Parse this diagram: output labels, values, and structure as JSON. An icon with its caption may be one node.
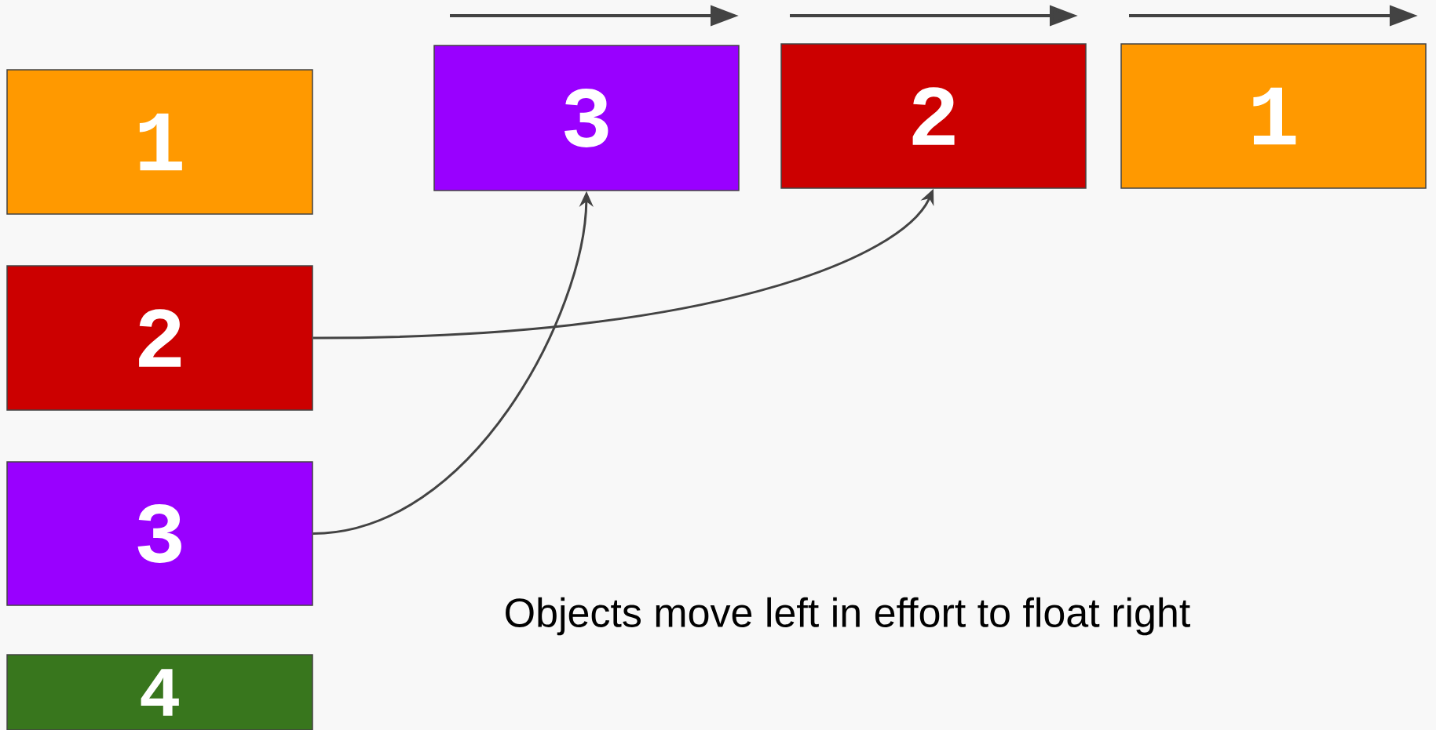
{
  "diagram": {
    "nodes": [
      {
        "text": [
          "1"
        ]
      },
      {
        "text": [
          "2"
        ]
      },
      {
        "text": [
          "3"
        ]
      },
      {
        "text": [
          "4"
        ]
      },
      {
        "text": [
          "3"
        ]
      },
      {
        "text": [
          "2"
        ]
      },
      {
        "text": [
          "1"
        ]
      }
    ],
    "edges": [
      {
        "from": 1,
        "to": 5,
        "arrow": "to"
      },
      {
        "from": 2,
        "to": 4,
        "arrow": "to"
      }
    ],
    "labels": [
      "Objects move left in effort to float right"
    ]
  }
}
